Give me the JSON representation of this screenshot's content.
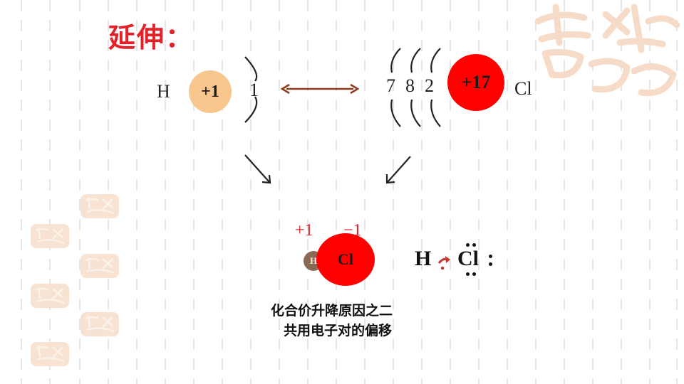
{
  "title": "延伸：",
  "hydrogen": {
    "symbol": "H",
    "nucleus": "+1",
    "shells": [
      "1"
    ]
  },
  "chlorine": {
    "symbol": "Cl",
    "nucleus": "+17",
    "shells": [
      "7",
      "8",
      "2"
    ]
  },
  "molecule": {
    "h_label": "H",
    "cl_label": "Cl",
    "h_charge": "+1",
    "cl_charge": "−1"
  },
  "lewis": {
    "h": "H",
    "cl": "Cl"
  },
  "caption": {
    "line1": "化合价升降原因之二",
    "line2": "共用电子对的偏移"
  },
  "colors": {
    "title": "#e2212a",
    "h_nucleus": "#f7c78e",
    "cl_nucleus": "#ff0000",
    "arrow": "#8b3a1a",
    "charge": "#e2212a"
  },
  "icons": {
    "watermark": "decorative-seal-stamp",
    "double_arrow": "double-headed-arrow",
    "down_arrow": "diagonal-arrow",
    "shared_pair": "curved-arrow"
  }
}
